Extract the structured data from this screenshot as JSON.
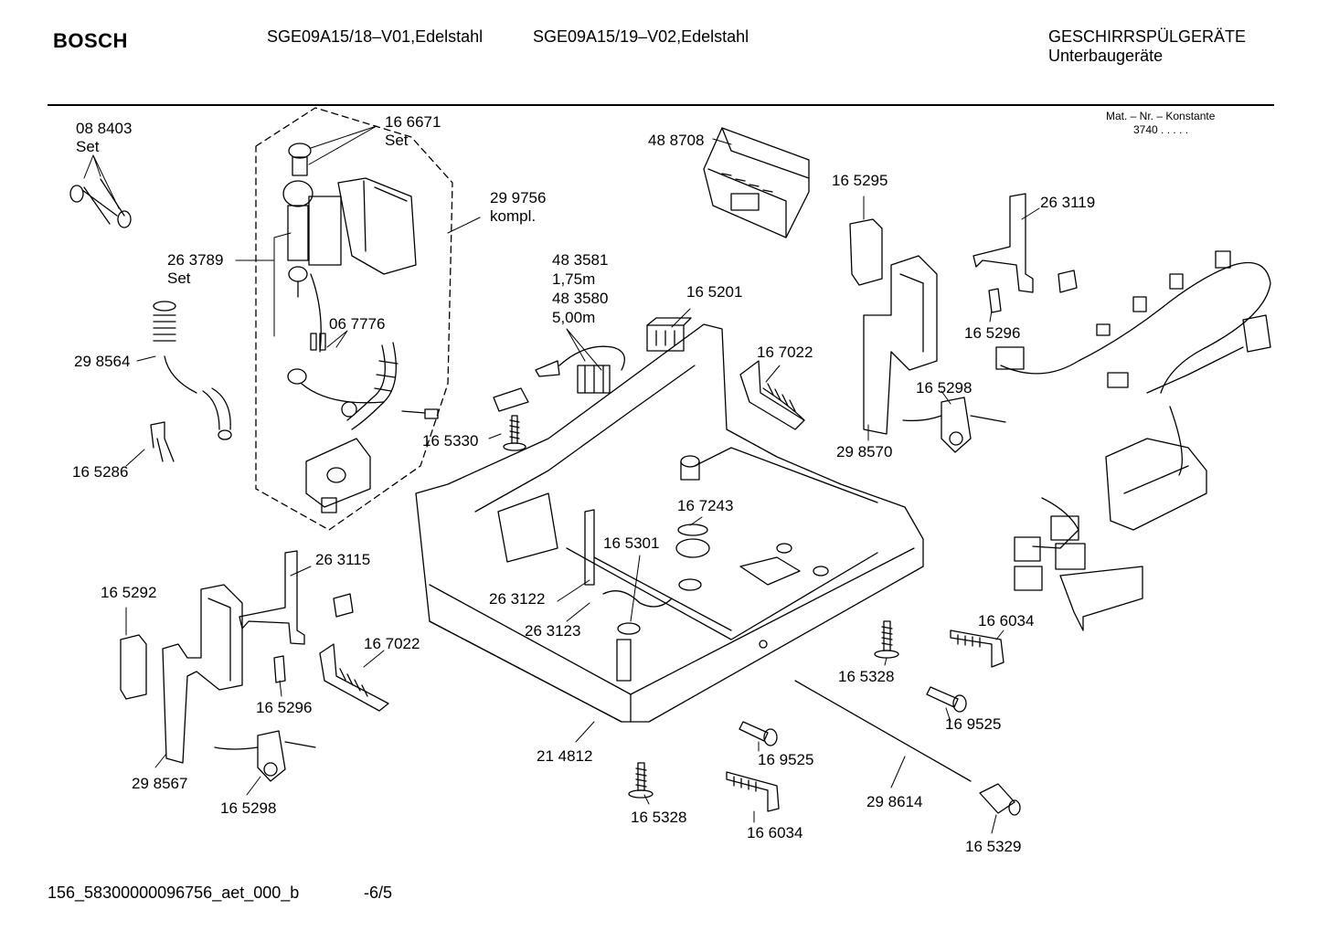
{
  "header": {
    "brand": "BOSCH",
    "model_1": "SGE09A15/18–V01,Edelstahl",
    "model_2": "SGE09A15/19–V02,Edelstahl",
    "category_line1": "GESCHIRRSPÜLGERÄTE",
    "category_line2": "Unterbaugeräte",
    "mat_nr_label": "Mat. – Nr. – Konstante",
    "mat_nr_value": "3740  .  .  .  .  ."
  },
  "footer": {
    "doc_id": "156_58300000096756_aet_000_b",
    "page": "-6/5"
  },
  "callouts": [
    {
      "id": "p088403",
      "lines": [
        "08 8403",
        "Set"
      ]
    },
    {
      "id": "p166671",
      "lines": [
        "16 6671",
        "Set"
      ]
    },
    {
      "id": "p299756",
      "lines": [
        "29 9756",
        "kompl."
      ]
    },
    {
      "id": "p263789",
      "lines": [
        "26 3789",
        "Set"
      ]
    },
    {
      "id": "p067776",
      "lines": [
        "06 7776"
      ]
    },
    {
      "id": "p298564",
      "lines": [
        "29 8564"
      ]
    },
    {
      "id": "p165286",
      "lines": [
        "16 5286"
      ]
    },
    {
      "id": "p488708",
      "lines": [
        "48 8708"
      ]
    },
    {
      "id": "p483581",
      "lines": [
        "48 3581",
        "1,75m",
        "48 3580",
        "5,00m"
      ]
    },
    {
      "id": "p165201",
      "lines": [
        "16 5201"
      ]
    },
    {
      "id": "p167022a",
      "lines": [
        "16 7022"
      ]
    },
    {
      "id": "p165330",
      "lines": [
        "16 5330"
      ]
    },
    {
      "id": "p165295",
      "lines": [
        "16 5295"
      ]
    },
    {
      "id": "p263119",
      "lines": [
        "26 3119"
      ]
    },
    {
      "id": "p165296a",
      "lines": [
        "16 5296"
      ]
    },
    {
      "id": "p165298a",
      "lines": [
        "16 5298"
      ]
    },
    {
      "id": "p298570",
      "lines": [
        "29 8570"
      ]
    },
    {
      "id": "p167243",
      "lines": [
        "16 7243"
      ]
    },
    {
      "id": "p165301",
      "lines": [
        "16 5301"
      ]
    },
    {
      "id": "p263122",
      "lines": [
        "26 3122"
      ]
    },
    {
      "id": "p263123",
      "lines": [
        "26 3123"
      ]
    },
    {
      "id": "p263115",
      "lines": [
        "26 3115"
      ]
    },
    {
      "id": "p165292",
      "lines": [
        "16 5292"
      ]
    },
    {
      "id": "p167022b",
      "lines": [
        "16 7022"
      ]
    },
    {
      "id": "p165296b",
      "lines": [
        "16 5296"
      ]
    },
    {
      "id": "p298567",
      "lines": [
        "29 8567"
      ]
    },
    {
      "id": "p165298b",
      "lines": [
        "16 5298"
      ]
    },
    {
      "id": "p214812",
      "lines": [
        "21 4812"
      ]
    },
    {
      "id": "p166034a",
      "lines": [
        "16 6034"
      ]
    },
    {
      "id": "p165328a",
      "lines": [
        "16 5328"
      ]
    },
    {
      "id": "p169525a",
      "lines": [
        "16 9525"
      ]
    },
    {
      "id": "p169525b",
      "lines": [
        "16 9525"
      ]
    },
    {
      "id": "p165328b",
      "lines": [
        "16 5328"
      ]
    },
    {
      "id": "p166034b",
      "lines": [
        "16 6034"
      ]
    },
    {
      "id": "p298614",
      "lines": [
        "29 8614"
      ]
    },
    {
      "id": "p165329",
      "lines": [
        "16 5329"
      ]
    }
  ]
}
